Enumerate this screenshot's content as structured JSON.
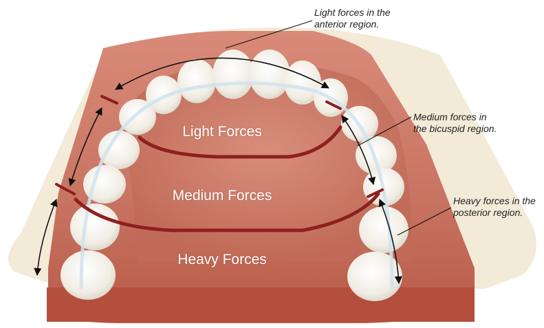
{
  "labels": {
    "light_zone": "Light Forces",
    "medium_zone": "Medium Forces",
    "heavy_zone": "Heavy Forces"
  },
  "callouts": {
    "anterior": {
      "line1": "Light forces in the",
      "line2": "anterior region."
    },
    "bicuspid": {
      "line1": "Medium forces in",
      "line2": "the bicuspid region."
    },
    "posterior": {
      "line1": "Heavy forces in the",
      "line2": "posterior region."
    }
  },
  "colors": {
    "gum": "#c46a5a",
    "gum_dark": "#9c3b2c",
    "base": "#f3ead8",
    "tooth": "#f6f3ec",
    "zone_line": "#8e1f1f",
    "arrow": "#111111"
  }
}
